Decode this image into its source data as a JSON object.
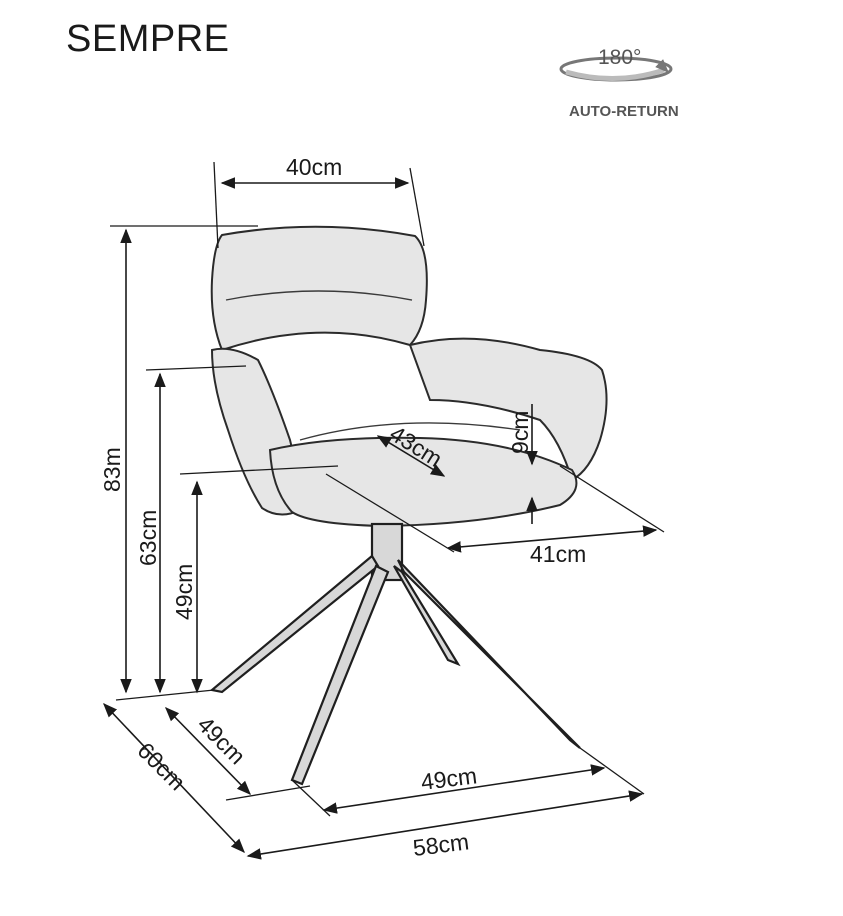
{
  "title": "SEMPRE",
  "rotation": {
    "degrees": "180°",
    "label": "AUTO-RETURN"
  },
  "dimensions": {
    "back_width": "40cm",
    "total_height": "83m",
    "armrest_height": "63cm",
    "seat_height": "49cm",
    "seat_depth_diag": "43cm",
    "armrest_gap": "9cm",
    "seat_width": "41cm",
    "leg_depth": "49cm",
    "leg_width": "49cm",
    "total_depth": "60cm",
    "total_width": "58cm"
  },
  "colors": {
    "ink": "#1a1a1a",
    "fabric": "#e6e6e6",
    "icon": "#555555"
  }
}
